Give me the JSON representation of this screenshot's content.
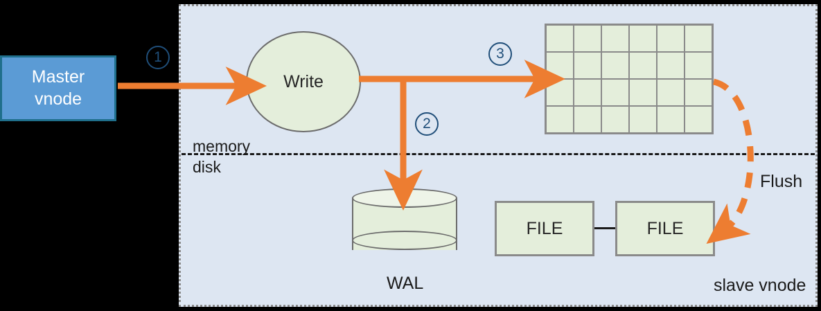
{
  "diagram": {
    "title_present": false,
    "colors": {
      "panel_bg": "#dde6f2",
      "panel_border": "#8a8a8a",
      "master_fill": "#5b9bd5",
      "master_border": "#1f6f8b",
      "shape_fill": "#e4eedb",
      "shape_border": "#8a8a8a",
      "arrow_orange": "#ED7D31",
      "step_blue": "#1f4e79",
      "text_dark": "#1a1a1a",
      "canvas_bg": "#000000"
    },
    "master": {
      "line1": "Master",
      "line2": "vnode"
    },
    "write": {
      "label": "Write"
    },
    "memtable": {
      "columns": 6,
      "rows": 4,
      "cells": 24
    },
    "wal": {
      "label": "WAL"
    },
    "files": [
      {
        "label": "FILE"
      },
      {
        "label": "FILE"
      }
    ],
    "separator": {
      "above_label": "memory",
      "below_label": "disk"
    },
    "steps": [
      {
        "id": "1",
        "number": "①",
        "text": "1"
      },
      {
        "id": "2",
        "number": "②",
        "text": "2"
      },
      {
        "id": "3",
        "number": "③",
        "text": "3"
      }
    ],
    "flush": {
      "label": "Flush"
    },
    "panel": {
      "label": "slave vnode"
    }
  }
}
